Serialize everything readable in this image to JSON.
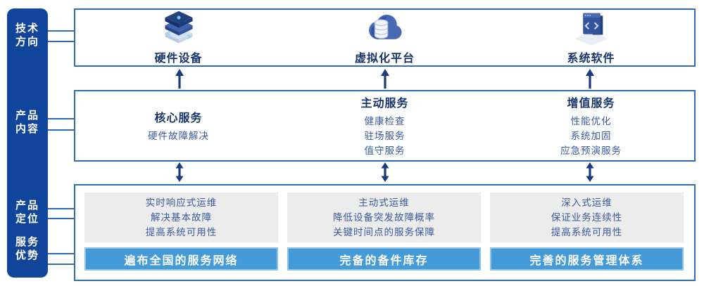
{
  "colors": {
    "sidebar_bg": "#10459b",
    "box_border": "#2e6db4",
    "heading_text": "#17356b",
    "body_text": "#3a5a9f",
    "banner_bg": "#449bd8",
    "gray_panel_bg": "#ececec",
    "arrow": "#1a3b7c"
  },
  "sidebar": {
    "labels": [
      {
        "line1": "技术",
        "line2": "方向"
      },
      {
        "line1": "产品",
        "line2": "内容"
      },
      {
        "line1": "产品",
        "line2": "定位"
      },
      {
        "line1": "服务",
        "line2": "优势"
      }
    ]
  },
  "tech_row": {
    "items": [
      {
        "icon": "server-stack-icon",
        "label": "硬件设备"
      },
      {
        "icon": "cloud-database-icon",
        "label": "虚拟化平台"
      },
      {
        "icon": "code-window-icon",
        "label": "系统软件"
      }
    ]
  },
  "content_row": {
    "columns": [
      {
        "title": "核心服务",
        "items": [
          "硬件故障解决"
        ]
      },
      {
        "title": "主动服务",
        "items": [
          "健康检查",
          "驻场服务",
          "值守服务"
        ]
      },
      {
        "title": "增值服务",
        "items": [
          "性能优化",
          "系统加固",
          "应急预演服务"
        ]
      }
    ]
  },
  "position_row": {
    "columns": [
      {
        "points": [
          "实时响应式运维",
          "解决基本故障",
          "提高系统可用性"
        ],
        "banner": "遍布全国的服务网络"
      },
      {
        "points": [
          "主动式运维",
          "降低设备突发故障概率",
          "关键时间点的服务保障"
        ],
        "banner": "完备的备件库存"
      },
      {
        "points": [
          "深入式运维",
          "保证业务连续性",
          "提高系统可用性"
        ],
        "banner": "完善的服务管理体系"
      }
    ]
  }
}
